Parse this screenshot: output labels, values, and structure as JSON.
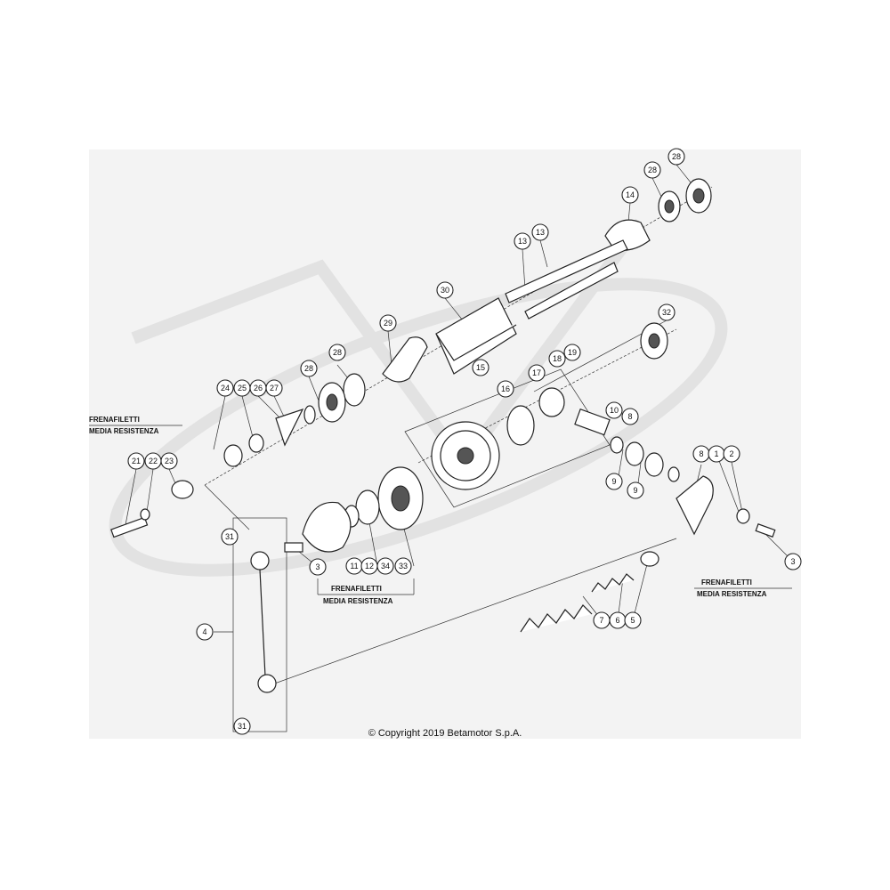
{
  "copyright": "© Copyright 2019 Betamotor S.p.A.",
  "notes": [
    {
      "line1": "FRENAFILETTI",
      "line2": "MEDIA RESISTENZA"
    },
    {
      "line1": "FRENAFILETTI",
      "line2": "MEDIA RESISTENZA"
    },
    {
      "line1": "FRENAFILETTI",
      "line2": "MEDIA RESISTENZA"
    }
  ],
  "callouts": [
    "28",
    "28",
    "14",
    "13",
    "13",
    "30",
    "29",
    "28",
    "28",
    "24",
    "25",
    "26",
    "27",
    "15",
    "16",
    "17",
    "18",
    "19",
    "32",
    "10",
    "8",
    "21",
    "22",
    "23",
    "9",
    "9",
    "8",
    "1",
    "2",
    "31",
    "3",
    "11",
    "12",
    "34",
    "33",
    "3",
    "7",
    "6",
    "5",
    "4",
    "31"
  ],
  "colors": {
    "panel": "#f3f3f3",
    "ink": "#222222",
    "watermark": "#e2e2e2"
  }
}
